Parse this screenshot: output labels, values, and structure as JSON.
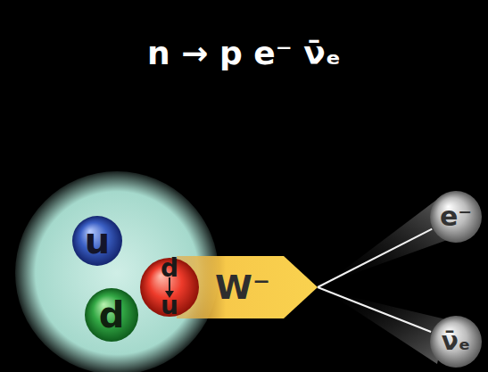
{
  "diagram": {
    "title": "n → p e⁻ ν̄ₑ",
    "nodes": [
      {
        "text": [
          "u"
        ]
      },
      {
        "text": [
          "d"
        ]
      },
      {
        "text": [
          "d",
          "u"
        ]
      },
      {
        "text": [
          "W⁻"
        ]
      },
      {
        "text": [
          "e⁻"
        ]
      },
      {
        "text": [
          "ν̄ₑ"
        ]
      }
    ],
    "edges": [
      {
        "from": 3,
        "to": 4,
        "arrow": "none"
      },
      {
        "from": 3,
        "to": 5,
        "arrow": "none"
      }
    ]
  }
}
